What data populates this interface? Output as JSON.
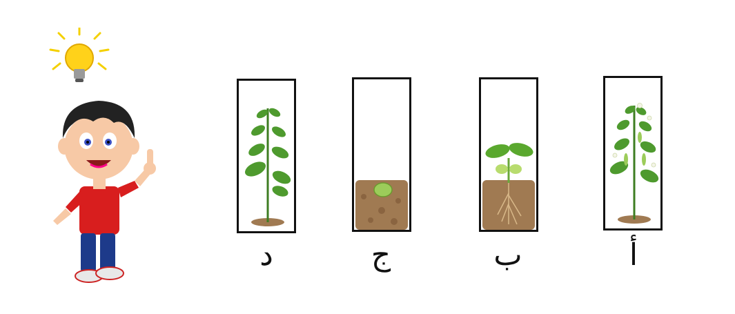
{
  "stages": [
    {
      "id": "d",
      "label": "د",
      "stage": "mature-plant"
    },
    {
      "id": "j",
      "label": "ج",
      "stage": "seed-in-soil"
    },
    {
      "id": "b",
      "label": "ب",
      "stage": "seedling-with-roots"
    },
    {
      "id": "a",
      "label": "أ",
      "stage": "flowering-plant"
    }
  ],
  "icons": {
    "idea": "lightbulb-icon",
    "character": "thinking-boy"
  },
  "colors": {
    "leaf": "#4e9a2e",
    "soil": "#a07a52",
    "frame": "#111111",
    "bulb": "#ffd21a"
  }
}
